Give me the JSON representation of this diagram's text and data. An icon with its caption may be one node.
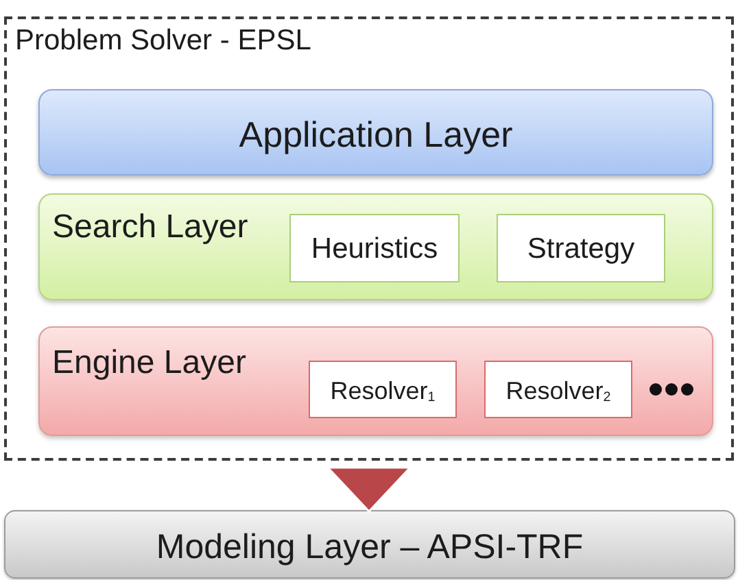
{
  "diagram": {
    "nodes": [
      {
        "text": [
          "Problem Solver - EPSL"
        ]
      },
      {
        "text": [
          "Application Layer"
        ],
        "in": 0
      },
      {
        "text": [
          "Search Layer"
        ],
        "in": 0
      },
      {
        "text": [
          "Heuristics"
        ],
        "in": 2
      },
      {
        "text": [
          "Strategy"
        ],
        "in": 2
      },
      {
        "text": [
          "Engine Layer"
        ],
        "in": 0
      },
      {
        "text": [
          "Resolver$_{1}$"
        ],
        "in": 5
      },
      {
        "text": [
          "Resolver$_{2}$"
        ],
        "in": 5
      },
      {
        "text": [
          "Modeling Layer – APSI-TRF"
        ]
      }
    ],
    "edges": [
      {
        "from": 0,
        "to": 8,
        "arrow": "to"
      }
    ]
  }
}
